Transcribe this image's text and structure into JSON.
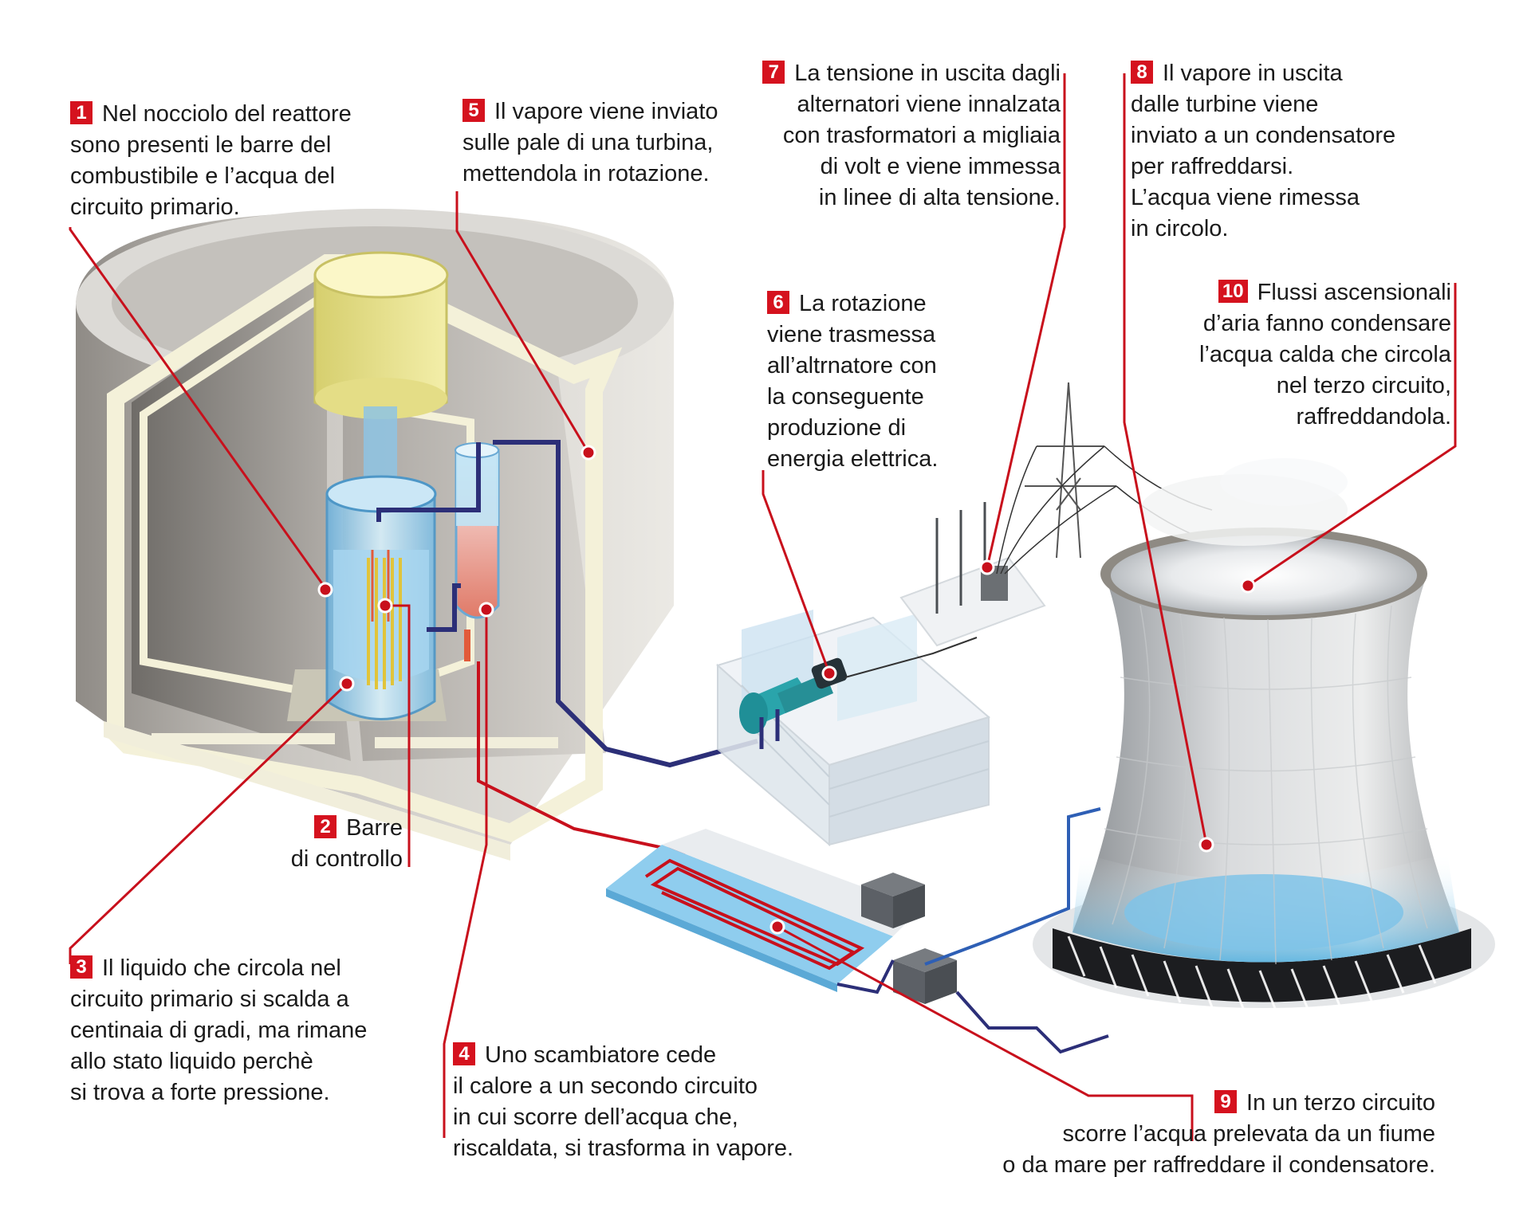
{
  "colors": {
    "accent": "#d5121e",
    "primary_circuit": "#2c2f78",
    "hot_circuit": "#c8101c",
    "water": "#7ec8ea",
    "containment": "#b9b6b1"
  },
  "callouts": [
    {
      "id": "1",
      "number": "1",
      "lines": [
        "Nel nocciolo del reattore",
        "sono presenti le barre del",
        "combustibile e l’acqua del",
        "circuito primario."
      ]
    },
    {
      "id": "2",
      "number": "2",
      "lines": [
        "Barre",
        "di controllo"
      ]
    },
    {
      "id": "3",
      "number": "3",
      "lines": [
        "Il liquido che circola nel",
        "circuito primario si scalda a",
        "centinaia di gradi, ma rimane",
        "allo stato liquido perchè",
        "si trova a forte pressione."
      ]
    },
    {
      "id": "4",
      "number": "4",
      "lines": [
        "Uno scambiatore cede",
        "il calore a un secondo circuito",
        "in cui scorre dell’acqua che,",
        "riscaldata, si trasforma in vapore."
      ]
    },
    {
      "id": "5",
      "number": "5",
      "lines": [
        "Il vapore viene inviato",
        "sulle pale di una turbina,",
        "mettendola in rotazione."
      ]
    },
    {
      "id": "6",
      "number": "6",
      "lines": [
        "La rotazione",
        "viene trasmessa",
        "all’altrnatore con",
        "la conseguente",
        "produzione di",
        "energia elettrica."
      ]
    },
    {
      "id": "7",
      "number": "7",
      "lines": [
        "La tensione in uscita dagli",
        "alternatori viene innalzata",
        "con trasformatori a migliaia",
        "di volt e viene immessa",
        "in linee di alta tensione."
      ]
    },
    {
      "id": "8",
      "number": "8",
      "lines": [
        "Il vapore in uscita",
        "dalle turbine viene",
        "inviato a un condensatore",
        "per raffreddarsi.",
        "L’acqua viene rimessa",
        "in circolo."
      ]
    },
    {
      "id": "9",
      "number": "9",
      "lines": [
        "In un terzo circuito",
        "scorre l’acqua prelevata da un fiume",
        "o da mare per raffreddare il condensatore."
      ]
    },
    {
      "id": "10",
      "number": "10",
      "lines": [
        "Flussi ascensionali",
        "d’aria fanno condensare",
        "l’acqua calda che circola",
        "nel terzo circuito,",
        "raffreddandola."
      ]
    }
  ]
}
